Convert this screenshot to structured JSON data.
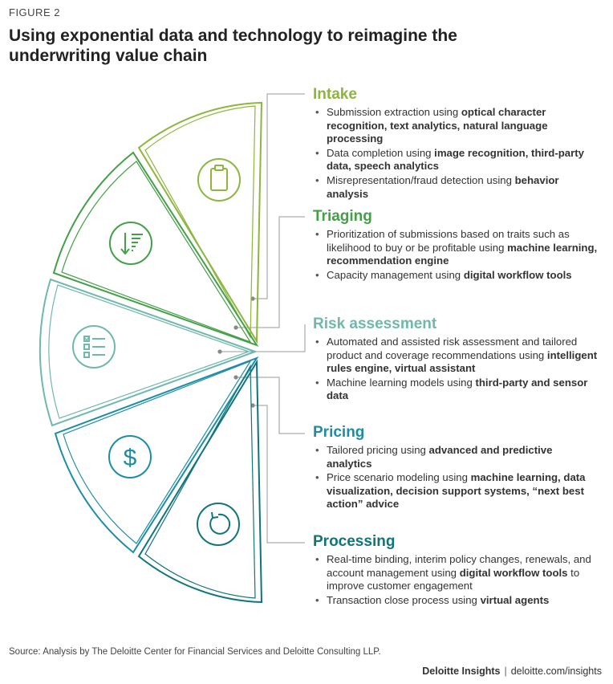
{
  "figure_label": "FIGURE 2",
  "title": "Using exponential data and technology to reimagine the underwriting value chain",
  "colors": {
    "intake": "#8cb63c",
    "triaging": "#43a047",
    "risk": "#6fb8ac",
    "pricing": "#1b8ea6",
    "processing": "#10757a"
  },
  "stages": [
    {
      "name": "Intake",
      "icon": "clipboard-icon",
      "bullets": [
        [
          {
            "t": "Submission extraction using "
          },
          {
            "t": "optical character recognition, text analytics, natural language processing",
            "b": true
          }
        ],
        [
          {
            "t": "Data completion using "
          },
          {
            "t": "image recognition, third-party data, speech analytics",
            "b": true
          }
        ],
        [
          {
            "t": "Misrepresentation/fraud detection using "
          },
          {
            "t": "behavior analysis",
            "b": true
          }
        ]
      ]
    },
    {
      "name": "Triaging",
      "icon": "sort-list-icon",
      "bullets": [
        [
          {
            "t": "Prioritization of submissions based on traits such as likelihood to buy or be profitable using "
          },
          {
            "t": "machine learning, recommendation engine",
            "b": true
          }
        ],
        [
          {
            "t": "Capacity management using "
          },
          {
            "t": "digital workflow tools",
            "b": true
          }
        ]
      ]
    },
    {
      "name": "Risk assessment",
      "icon": "checklist-icon",
      "bullets": [
        [
          {
            "t": "Automated and assisted risk assessment and tailored product and coverage recommendations using "
          },
          {
            "t": "intelligent rules engine, virtual assistant",
            "b": true
          }
        ],
        [
          {
            "t": "Machine learning models using "
          },
          {
            "t": "third-party and sensor data",
            "b": true
          }
        ]
      ]
    },
    {
      "name": "Pricing",
      "icon": "dollar-icon",
      "bullets": [
        [
          {
            "t": "Tailored pricing using "
          },
          {
            "t": "advanced and predictive analytics",
            "b": true
          }
        ],
        [
          {
            "t": "Price scenario modeling using "
          },
          {
            "t": "machine learning, data visualization, decision support systems, “next best action” advice",
            "b": true
          }
        ]
      ]
    },
    {
      "name": "Processing",
      "icon": "refresh-icon",
      "bullets": [
        [
          {
            "t": "Real-time binding, interim policy changes, renewals, and account management using "
          },
          {
            "t": "digital workflow tools",
            "b": true
          },
          {
            "t": " to improve customer engagement"
          }
        ],
        [
          {
            "t": "Transaction close process using "
          },
          {
            "t": "virtual agents",
            "b": true
          }
        ]
      ]
    }
  ],
  "source": "Source: Analysis by The Deloitte Center for Financial Services and Deloitte Consulting LLP.",
  "footer": {
    "brand": "Deloitte Insights",
    "separator": "|",
    "site": "deloitte.com/insights"
  }
}
